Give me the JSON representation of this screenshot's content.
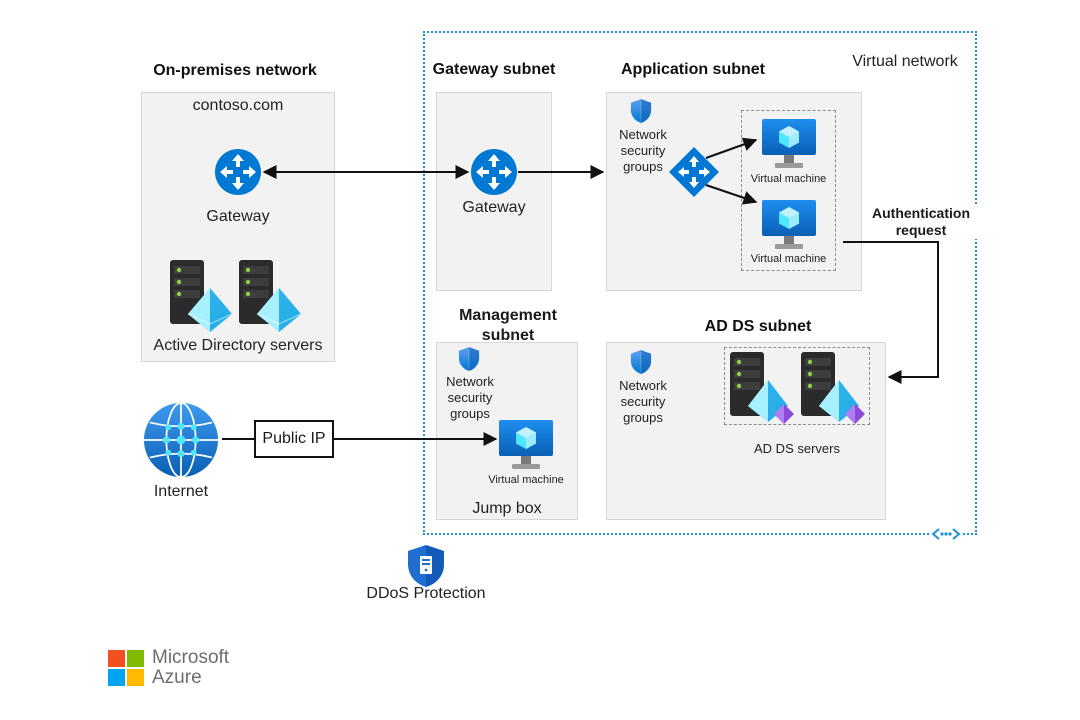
{
  "onprem": {
    "title": "On-premises network",
    "domain": "contoso.com",
    "gateway_label": "Gateway",
    "servers_label": "Active Directory servers"
  },
  "vnet": {
    "label": "Virtual network"
  },
  "gateway_subnet": {
    "title": "Gateway subnet",
    "gateway_label": "Gateway"
  },
  "app_subnet": {
    "title": "Application subnet",
    "nsg_label": [
      "Network",
      "security",
      "groups"
    ],
    "vm1_label": "Virtual machine",
    "vm2_label": "Virtual machine"
  },
  "auth": {
    "line1": "Authentication",
    "line2": "request"
  },
  "mgmt_subnet": {
    "title_line1": "Management",
    "title_line2": "subnet",
    "nsg_label": [
      "Network",
      "security",
      "groups"
    ],
    "vm_label": "Virtual machine",
    "jumpbox_label": "Jump box"
  },
  "adds_subnet": {
    "title": "AD DS subnet",
    "nsg_label": [
      "Network",
      "security",
      "groups"
    ],
    "servers_label": "AD DS servers"
  },
  "internet": {
    "label": "Internet",
    "public_ip": "Public IP"
  },
  "ddos": {
    "label": "DDoS Protection"
  },
  "logo": {
    "line1": "Microsoft",
    "line2": "Azure"
  },
  "colors": {
    "azure_blue": "#0078d4",
    "light_blue": "#50e6ff",
    "subnet_bg": "#f2f2f2",
    "ms_red": "#f25022",
    "ms_green": "#7fba00",
    "ms_blue": "#00a4ef",
    "ms_yellow": "#ffb900"
  }
}
